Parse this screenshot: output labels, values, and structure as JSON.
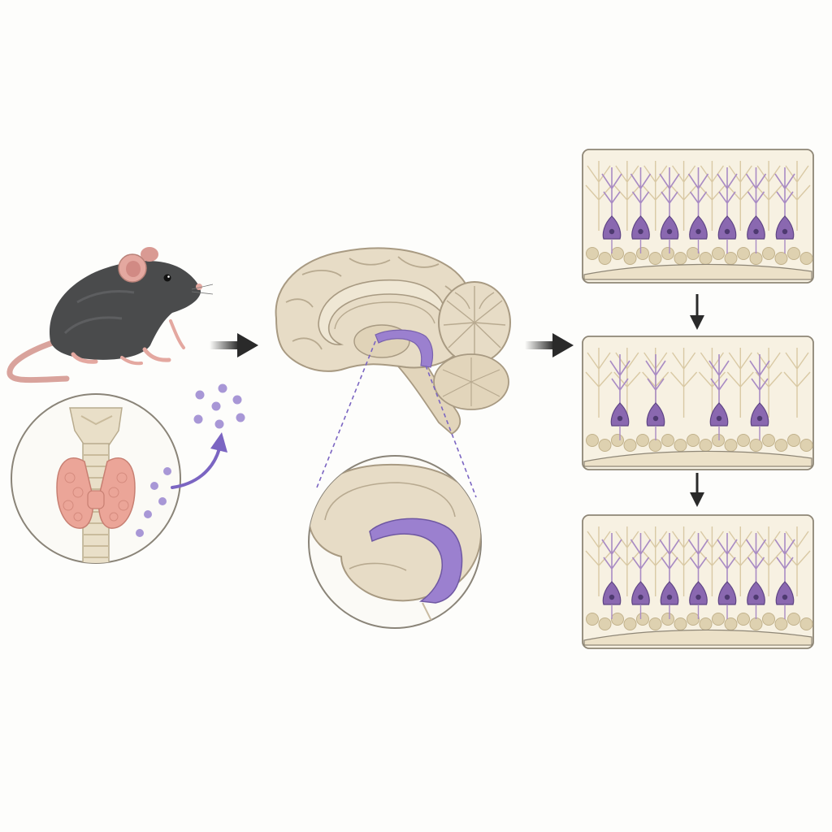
{
  "diagram": {
    "stages": [
      {
        "id": "animal-and-thyroid",
        "icon": "mouse-icon",
        "subicon": "thyroid-gland-icon"
      },
      {
        "id": "brain-hippocampus",
        "icon": "brain-sagittal-icon",
        "subicon": "hippocampus-magnified-icon"
      },
      {
        "id": "neuron-layer-series",
        "panels": [
          {
            "id": "baseline",
            "pyramidal_count": 7
          },
          {
            "id": "reduced",
            "pyramidal_count": 4
          },
          {
            "id": "restored",
            "pyramidal_count": 7
          }
        ]
      }
    ],
    "connectors": [
      "right-arrow",
      "right-arrow",
      "down-arrow",
      "down-arrow"
    ],
    "colors": {
      "background": "#fdfdfb",
      "mouse_fur": "#4a4b4c",
      "mouse_pink": "#e4a8a0",
      "thyroid": "#eba598",
      "trachea": "#e9dfc8",
      "hormone_particles": "#a897d6",
      "brain_tissue": "#e7dcc6",
      "brain_outline": "#a89a82",
      "hippocampus_highlight": "#9b80cf",
      "panel_fill": "#f7f1e2",
      "panel_border": "#8e8676",
      "pyramidal_neuron": "#8a68b0",
      "glial_cells": "#ded1b0",
      "arrow": "#2a2a2a"
    }
  }
}
